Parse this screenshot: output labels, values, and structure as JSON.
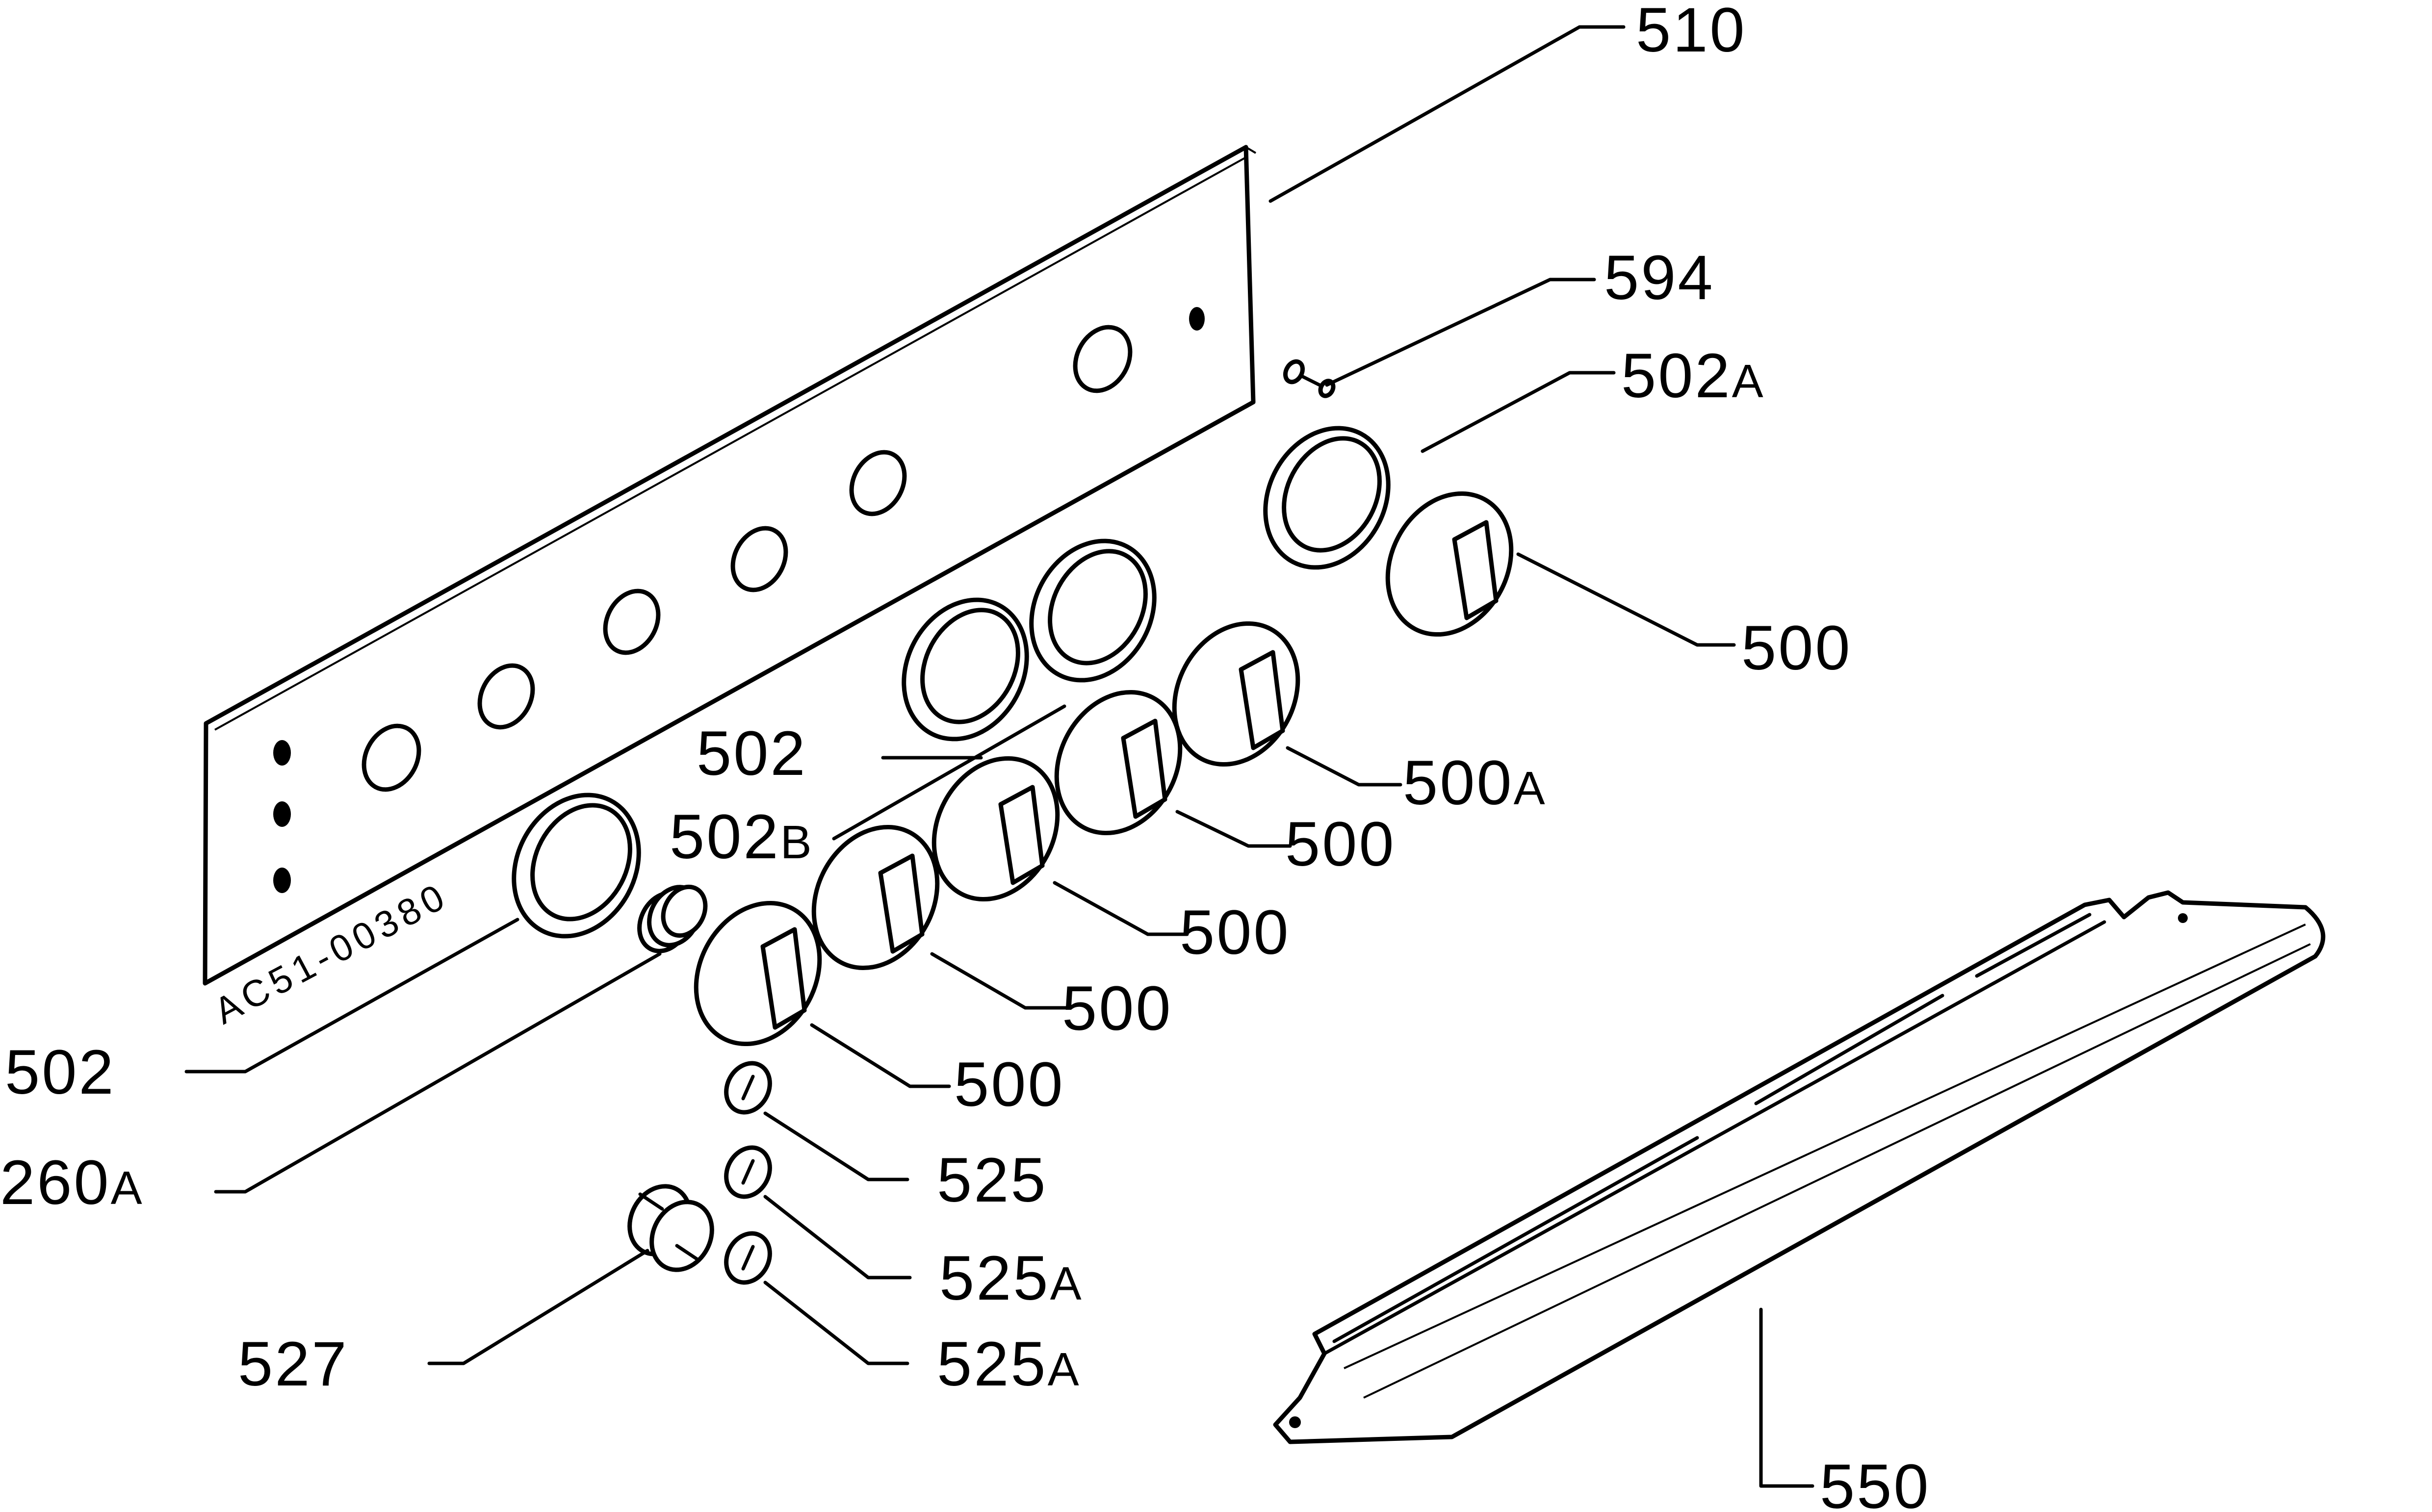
{
  "panel_code": "AC51-00380",
  "callouts": {
    "c510": {
      "number": "510",
      "suffix": ""
    },
    "c594": {
      "number": "594",
      "suffix": ""
    },
    "c502a": {
      "number": "502",
      "suffix": "A"
    },
    "c500_right": {
      "number": "500",
      "suffix": ""
    },
    "c500a": {
      "number": "500",
      "suffix": "A"
    },
    "c502_mid": {
      "number": "502",
      "suffix": ""
    },
    "c502b": {
      "number": "502",
      "suffix": "B"
    },
    "c500_k4": {
      "number": "500",
      "suffix": ""
    },
    "c500_k3": {
      "number": "500",
      "suffix": ""
    },
    "c500_k2": {
      "number": "500",
      "suffix": ""
    },
    "c500_k1": {
      "number": "500",
      "suffix": ""
    },
    "c502_left": {
      "number": "502",
      "suffix": ""
    },
    "c260a": {
      "number": "260",
      "suffix": "A"
    },
    "c525": {
      "number": "525",
      "suffix": ""
    },
    "c525a_1": {
      "number": "525",
      "suffix": "A"
    },
    "c525a_2": {
      "number": "525",
      "suffix": "A"
    },
    "c527": {
      "number": "527",
      "suffix": ""
    },
    "c550": {
      "number": "550",
      "suffix": ""
    }
  }
}
